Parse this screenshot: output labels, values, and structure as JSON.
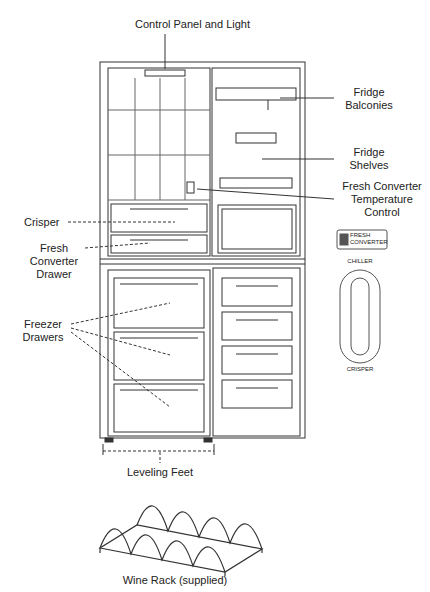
{
  "diagram": {
    "labels": [
      "Control Panel and Light",
      "Fridge Balconies",
      "Fridge Shelves",
      "Fresh Converter Temperature Control",
      "Crisper",
      "Fresh Converter Drawer",
      "Freezer Drawers",
      "Leveling Feet",
      "FRESH CONVERTER",
      "CHILLER",
      "CRISPER",
      "Wine Rack (supplied)"
    ]
  }
}
